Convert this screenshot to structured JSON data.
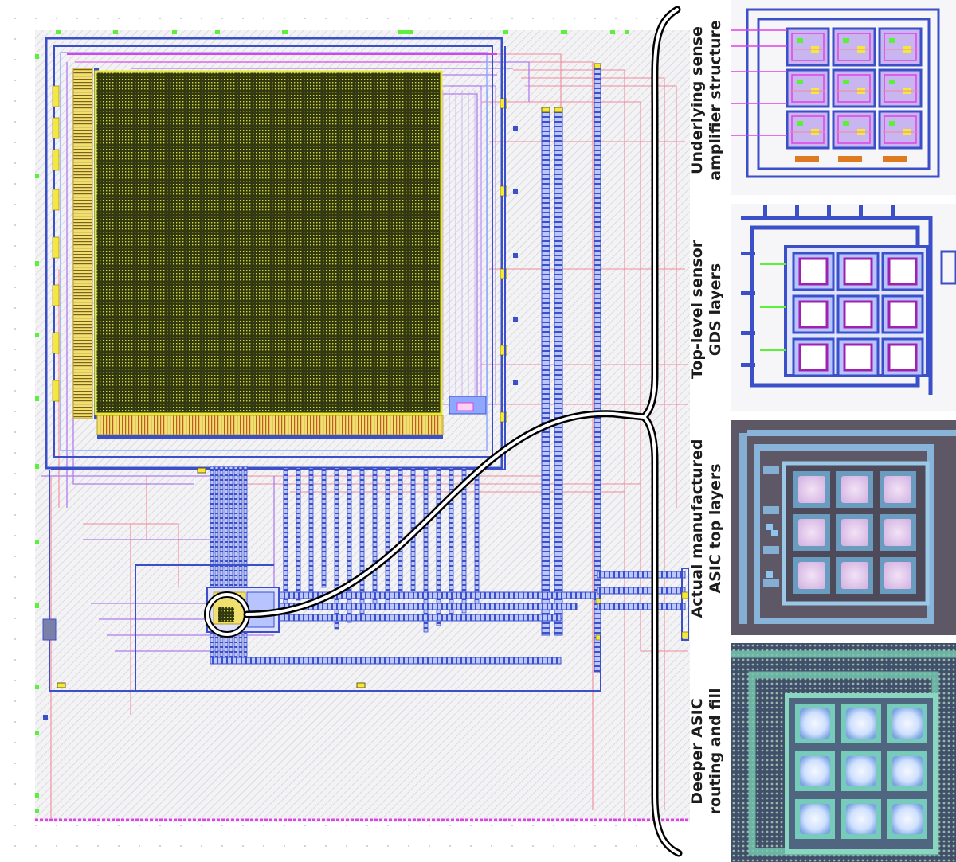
{
  "labels": {
    "panel1": [
      "Underlying sense",
      "amplifier structure"
    ],
    "panel2": [
      "Top-level sensor",
      "GDS layers"
    ],
    "panel3": [
      "Actual manufactured",
      "ASIC top layers"
    ],
    "panel4": [
      "Deeper ASIC",
      "routing and fill"
    ]
  },
  "colors": {
    "metal_blue": "#3a4fc8",
    "metal_light_blue": "#8fa8ff",
    "magenta": "#e040e8",
    "violet": "#b07cf0",
    "pink": "#f08a9a",
    "yellow": "#e8e832",
    "array_dark": "#2e3512",
    "green_marker": "#5cf03a",
    "hatch_gray": "#d2d2d6",
    "photo_purple": "#5e5866",
    "photo_teal": "#5e9a92",
    "pad_lilac": "#e4c8f0"
  },
  "icons": {
    "bracket": "curly-brace-connector",
    "callout": "magnifier-circle"
  }
}
